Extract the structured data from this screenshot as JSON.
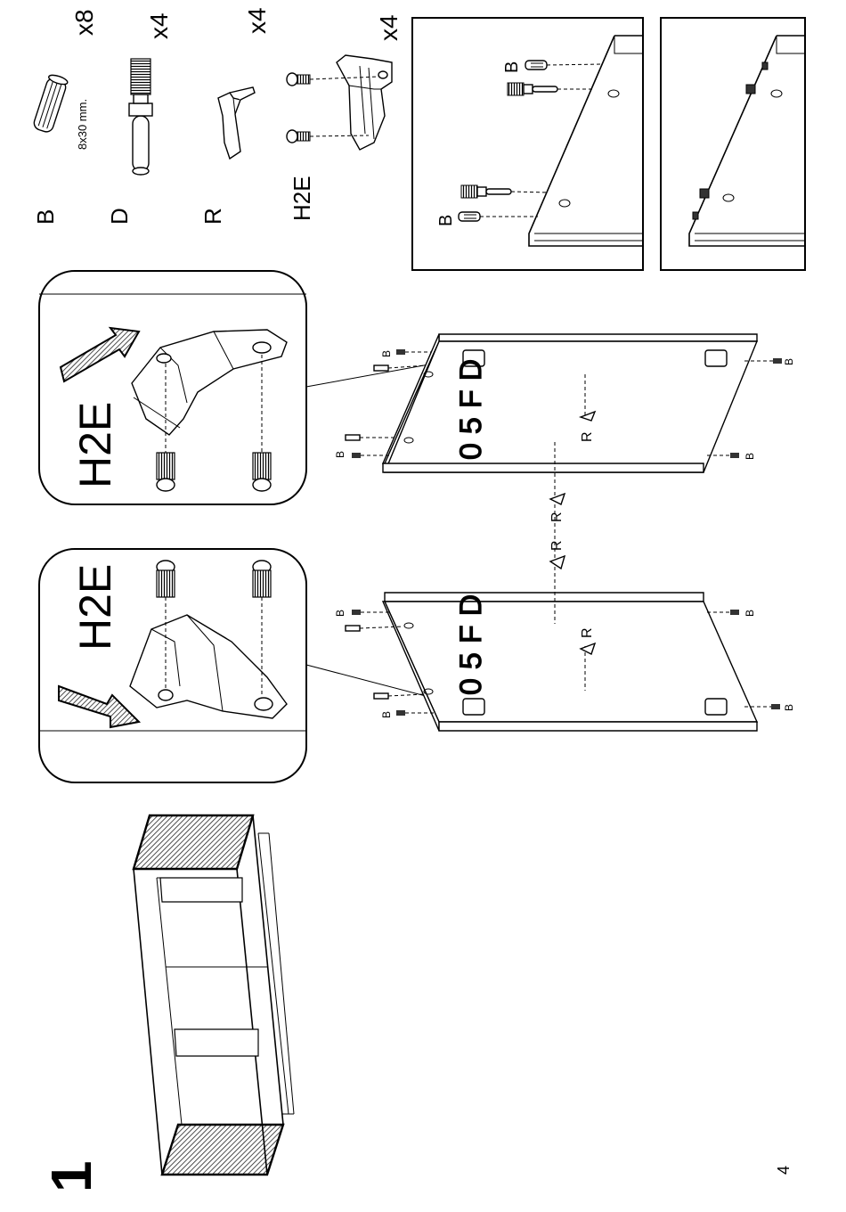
{
  "page": {
    "number": "4",
    "step": "1"
  },
  "parts": {
    "b": {
      "code": "B",
      "qty": "x8",
      "size": "8x30 mm."
    },
    "d": {
      "code": "D",
      "qty": "x4"
    },
    "r": {
      "code": "R",
      "qty": "x4"
    },
    "h2e": {
      "code": "H2E",
      "qty": "x4"
    }
  },
  "callouts": {
    "left_title": "H2E",
    "right_title": "H2E"
  },
  "panel_label": "05FD",
  "fitting_labels": {
    "dowel": "B",
    "rest": "R"
  }
}
